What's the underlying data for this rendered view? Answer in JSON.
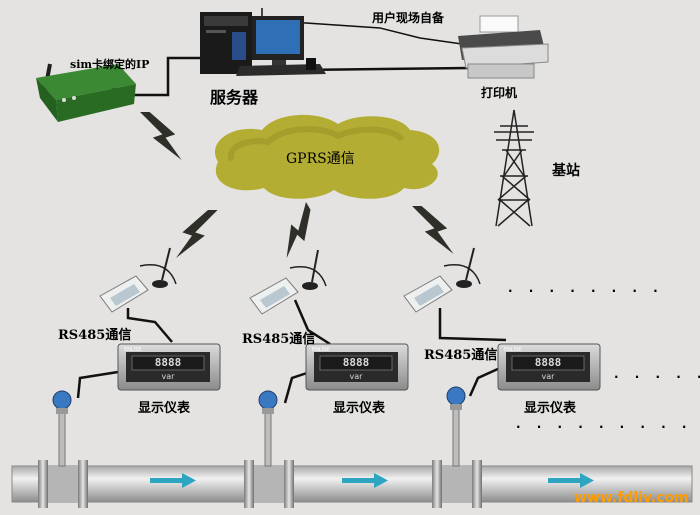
{
  "labels": {
    "user_equipment": "用户现场自备",
    "server": "服务器",
    "printer": "打印机",
    "sim_ip": "sim卡绑定的IP",
    "gprs": "GPRS通信",
    "base_station": "基站",
    "rs485_1": "RS485通信",
    "rs485_2": "RS485通信",
    "rs485_3": "RS485通信",
    "display_1": "显示仪表",
    "display_2": "显示仪表",
    "display_3": "显示仪表",
    "meter_brand": "ENLISE",
    "meter_unit": "var",
    "meter_digits": "8888",
    "watermark": "www.fdliv.com",
    "ellipsis_a": "· · · · · · · ·",
    "ellipsis_b": "· · · · ·",
    "ellipsis_c": "· · · · · · · · ·"
  },
  "colors": {
    "background": "#e4e3e1",
    "cloud": "#b3ad33",
    "pipe": "#c7c7c7",
    "flow_arrow": "#2ea6c2",
    "signal_bolt": "#2f2f2a",
    "watermark": "#ff9d00"
  }
}
